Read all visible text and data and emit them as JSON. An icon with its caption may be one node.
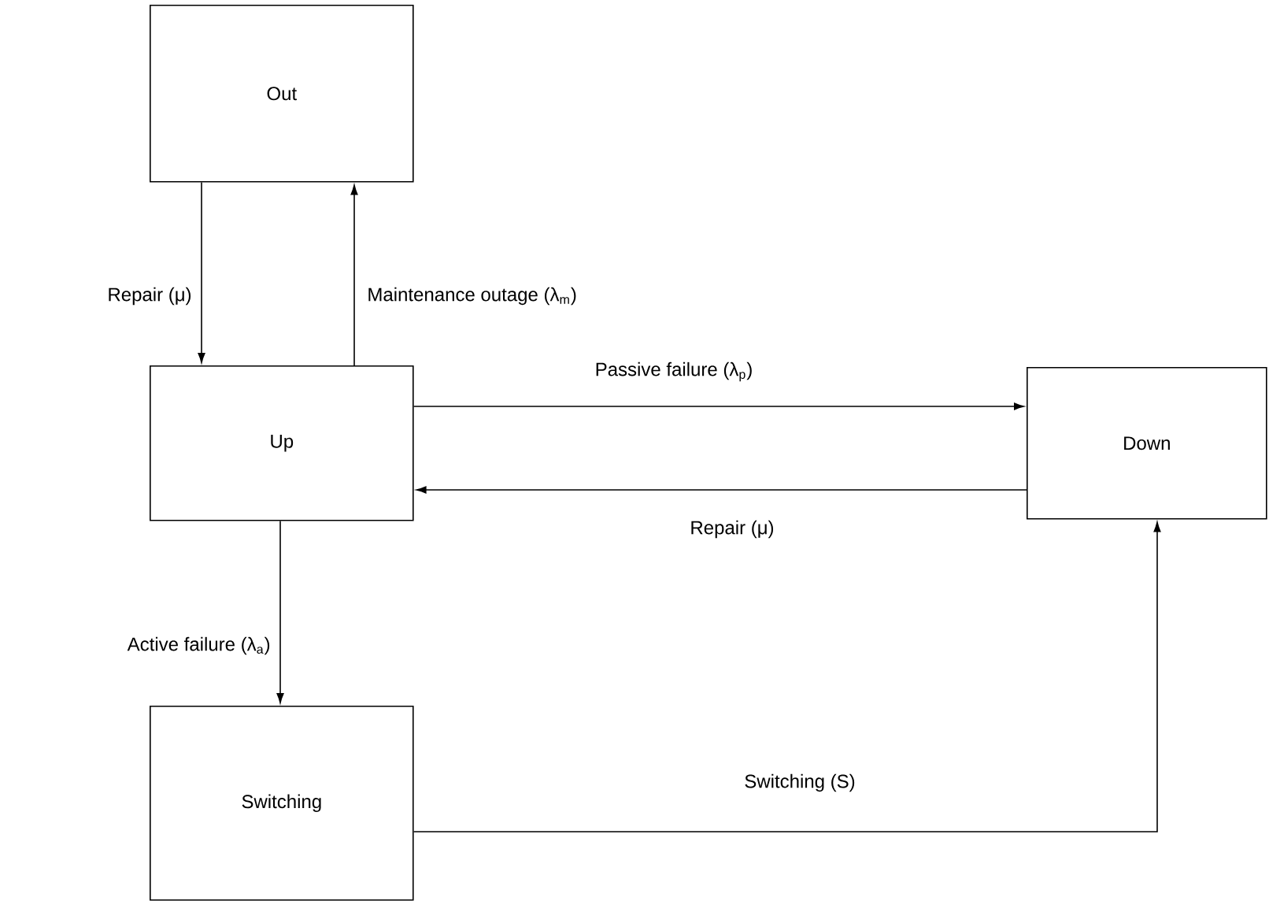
{
  "diagram": {
    "nodes": [
      {
        "text": [
          "Out"
        ]
      },
      {
        "text": [
          "Up"
        ]
      },
      {
        "text": [
          "Down"
        ]
      },
      {
        "text": [
          "Switching"
        ]
      }
    ],
    "edges": [
      {
        "from": 0,
        "to": 1,
        "arrow": "to",
        "label": "Repair (μ)"
      },
      {
        "from": 1,
        "to": 0,
        "arrow": "to",
        "label": "Maintenance outage (λ$_{m}$)"
      },
      {
        "from": 1,
        "to": 2,
        "arrow": "to",
        "label": "Passive failure (λ$_{p}$)"
      },
      {
        "from": 2,
        "to": 1,
        "arrow": "to",
        "label": "Repair (μ)"
      },
      {
        "from": 1,
        "to": 3,
        "arrow": "to",
        "label": "Active failure (λ$_{a}$)"
      },
      {
        "from": 3,
        "to": 2,
        "arrow": "to",
        "label": "Switching (S)"
      }
    ]
  }
}
